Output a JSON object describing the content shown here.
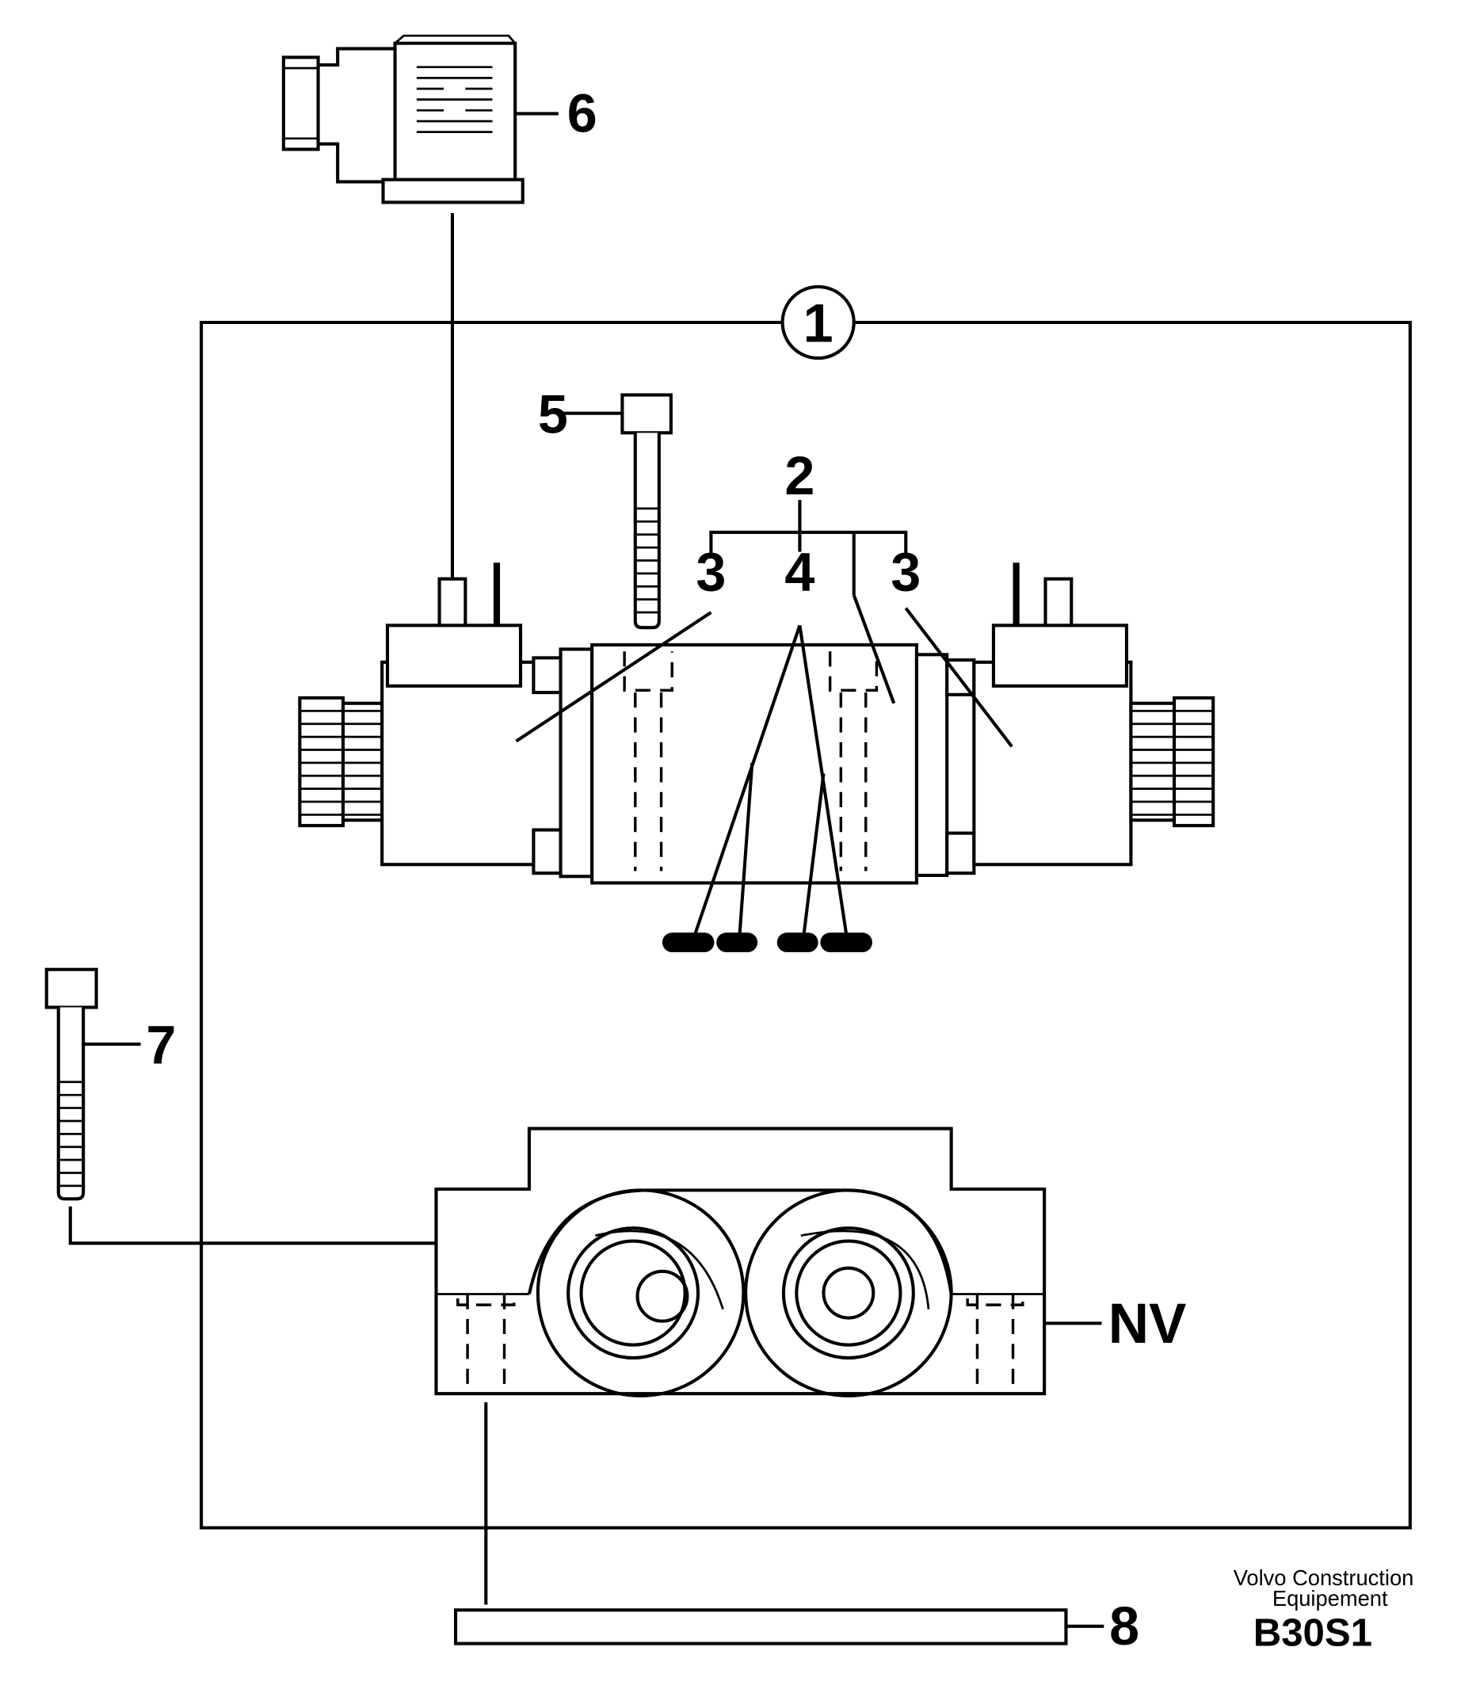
{
  "callouts": {
    "assembly": "1",
    "spool_set": "2",
    "seal_left": "3",
    "oring": "4",
    "seal_right": "3",
    "screw_top": "5",
    "plug_connector": "6",
    "screw_side": "7",
    "gasket": "8",
    "base_block": "NV"
  },
  "footer": {
    "maker_line1": "Volvo Construction",
    "maker_line2": "Equipement",
    "figure_code": "B30S1"
  }
}
